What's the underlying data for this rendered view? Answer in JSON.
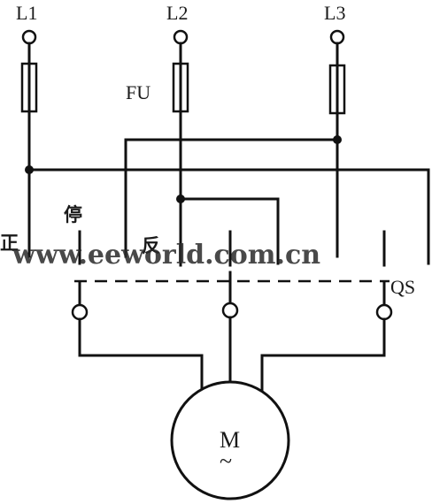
{
  "diagram": {
    "phase_labels": [
      "L1",
      "L2",
      "L3"
    ],
    "fuse_label": "FU",
    "switch_label": "QS",
    "position_forward": "正",
    "position_stop": "停",
    "position_reverse": "反",
    "motor_label": "M",
    "motor_symbol": "~",
    "watermark": "www.eeworld.com.cn"
  }
}
